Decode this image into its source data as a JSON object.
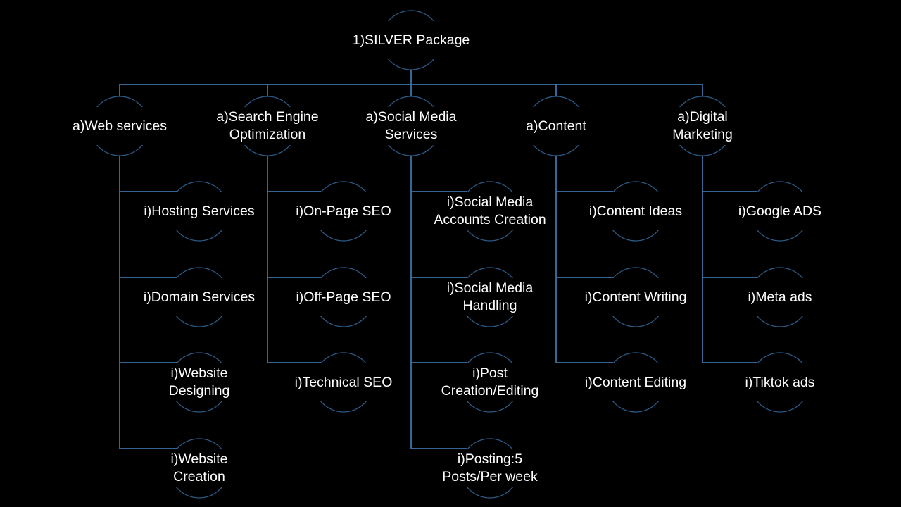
{
  "diagram": {
    "colors": {
      "background": "#000000",
      "line_color": "#3e72a4",
      "circle_outline_color": "#2c5c8a",
      "text_color": "#ffffff"
    },
    "root": {
      "label": "1)SILVER Package"
    },
    "branches": [
      {
        "label": "a)Web services",
        "children": [
          "i)Hosting Services",
          "i)Domain Services",
          "i)Website\nDesigning",
          "i)Website\nCreation"
        ]
      },
      {
        "label": "a)Search Engine\nOptimization",
        "children": [
          "i)On-Page SEO",
          "i)Off-Page SEO",
          "i)Technical SEO"
        ]
      },
      {
        "label": "a)Social Media\nServices",
        "children": [
          "i)Social Media\nAccounts Creation",
          "i)Social Media\nHandling",
          "i)Post\nCreation/Editing",
          "i)Posting:5\nPosts/Per week"
        ]
      },
      {
        "label": "a)Content",
        "children": [
          "i)Content Ideas",
          "i)Content Writing",
          "i)Content Editing"
        ]
      },
      {
        "label": "a)Digital\nMarketing",
        "children": [
          "i)Google ADS",
          "i)Meta ads",
          "i)Tiktok ads"
        ]
      }
    ]
  }
}
